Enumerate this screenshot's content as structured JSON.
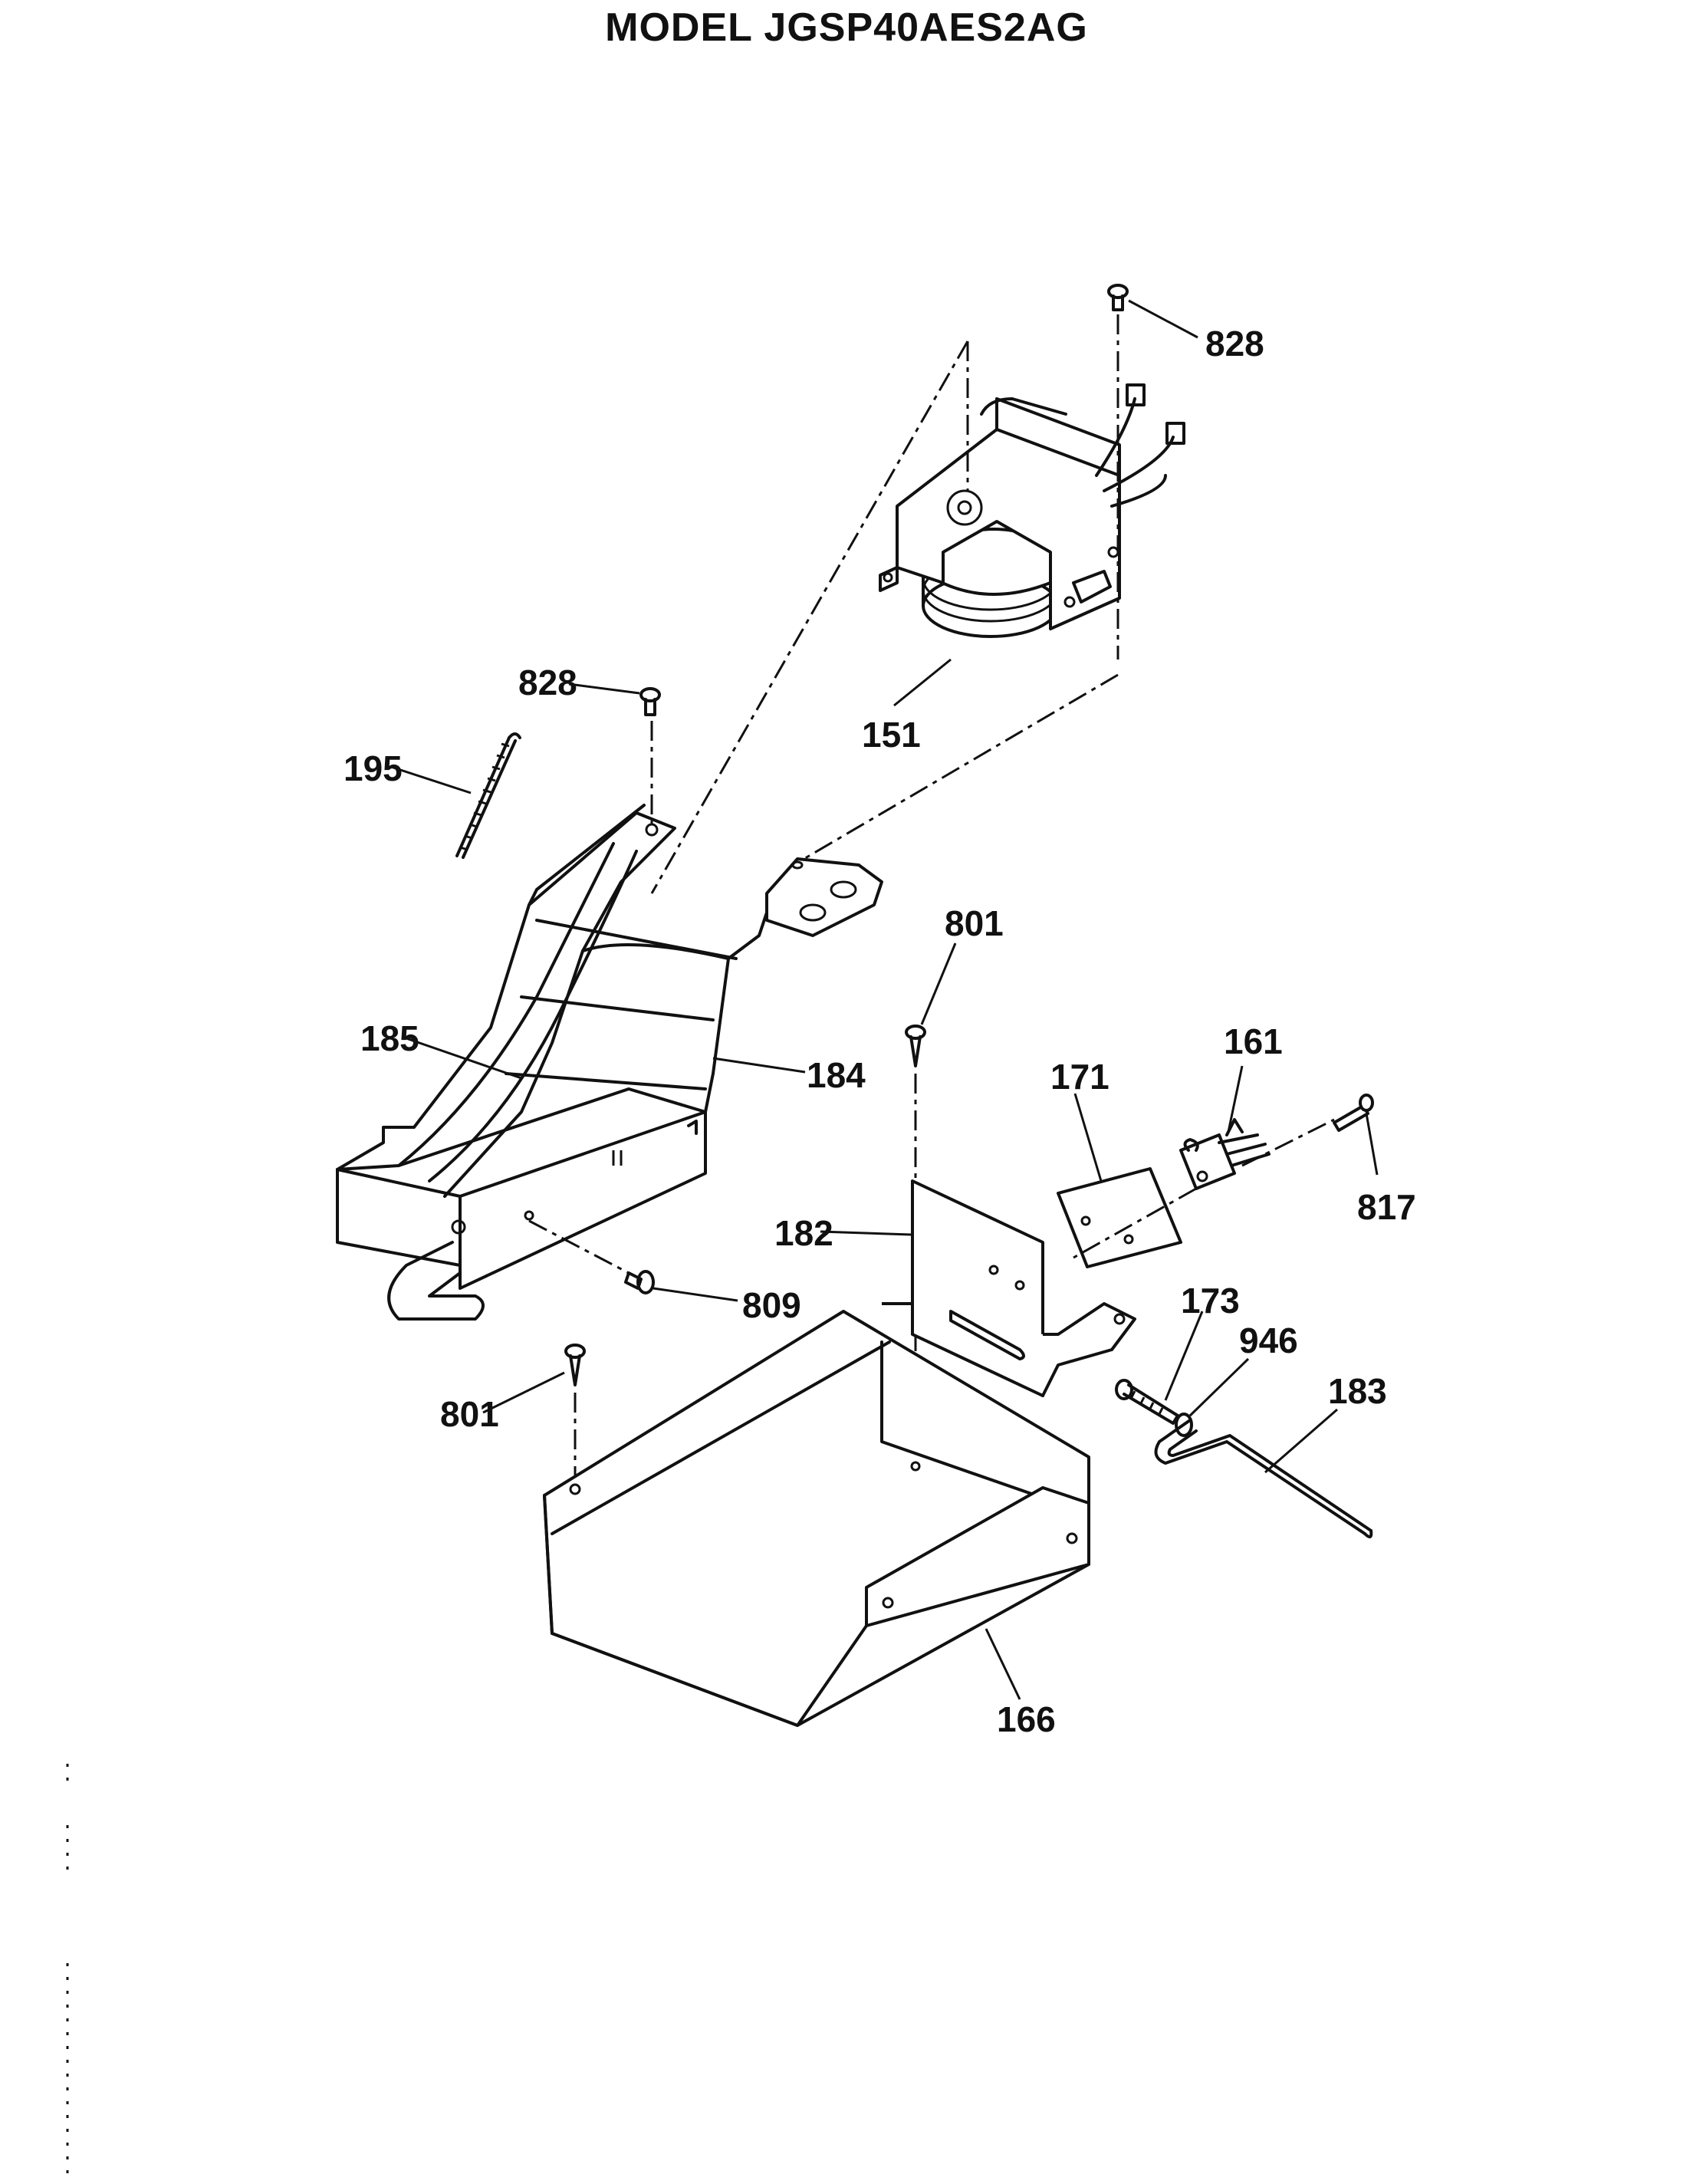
{
  "title": "MODEL JGSP40AES2AG",
  "parts": [
    {
      "id": "p828a",
      "number": "828"
    },
    {
      "id": "p151",
      "number": "151"
    },
    {
      "id": "p828b",
      "number": "828"
    },
    {
      "id": "p195",
      "number": "195"
    },
    {
      "id": "p185",
      "number": "185"
    },
    {
      "id": "p184",
      "number": "184"
    },
    {
      "id": "p801a",
      "number": "801"
    },
    {
      "id": "p161",
      "number": "161"
    },
    {
      "id": "p171",
      "number": "171"
    },
    {
      "id": "p817",
      "number": "817"
    },
    {
      "id": "p182",
      "number": "182"
    },
    {
      "id": "p809",
      "number": "809"
    },
    {
      "id": "p173",
      "number": "173"
    },
    {
      "id": "p946",
      "number": "946"
    },
    {
      "id": "p183",
      "number": "183"
    },
    {
      "id": "p801b",
      "number": "801"
    },
    {
      "id": "p166",
      "number": "166"
    }
  ]
}
